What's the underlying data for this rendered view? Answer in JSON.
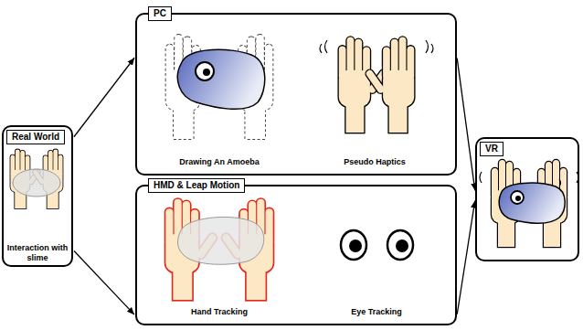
{
  "diagram": {
    "nodes": [
      {
        "text": [
          "Real World"
        ]
      },
      {
        "text": [
          "PC"
        ]
      },
      {
        "text": [
          "HMD & Leap Motion"
        ]
      },
      {
        "text": [
          "VR"
        ]
      }
    ],
    "edges": [
      {
        "from": 0,
        "to": 1,
        "arrow": "to"
      },
      {
        "from": 0,
        "to": 2,
        "arrow": "to"
      },
      {
        "from": 1,
        "to": 3,
        "arrow": "to"
      },
      {
        "from": 2,
        "to": 3,
        "arrow": "to"
      }
    ],
    "labels": [
      "Drawing An Amoeba",
      "Pseudo Haptics",
      "Hand Tracking",
      "Eye Tracking",
      "Interaction with slime"
    ]
  }
}
